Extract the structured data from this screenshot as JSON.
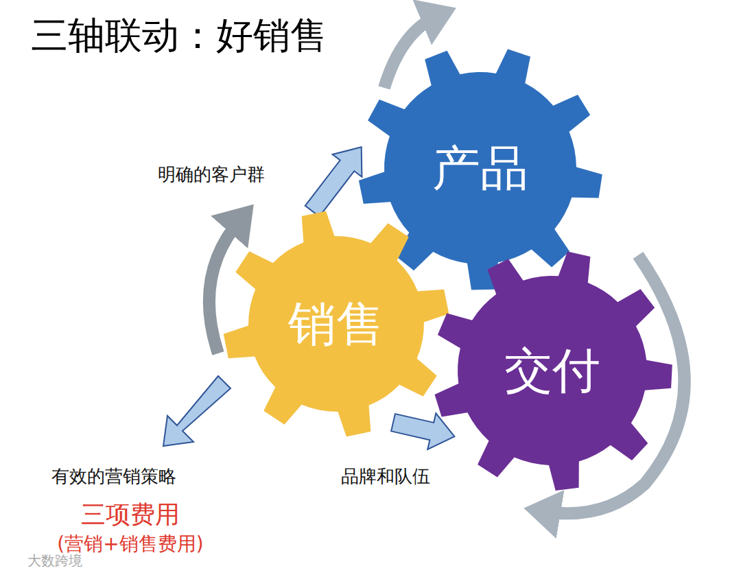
{
  "diagram": {
    "title": "三轴联动：好销售",
    "nodes": [
      {
        "text": [
          "产品"
        ]
      },
      {
        "text": [
          "销售"
        ]
      },
      {
        "text": [
          "交付"
        ]
      }
    ],
    "edges": [
      {
        "from": 1,
        "to": 0,
        "arrow": "to",
        "label": "明确的客户群"
      },
      {
        "from": 1,
        "to": 2,
        "arrow": "to",
        "label": "品牌和队伍"
      }
    ],
    "labels": [
      "有效的营销策略",
      "三项费用",
      "(营销+销售费用)",
      "大数跨境"
    ]
  }
}
